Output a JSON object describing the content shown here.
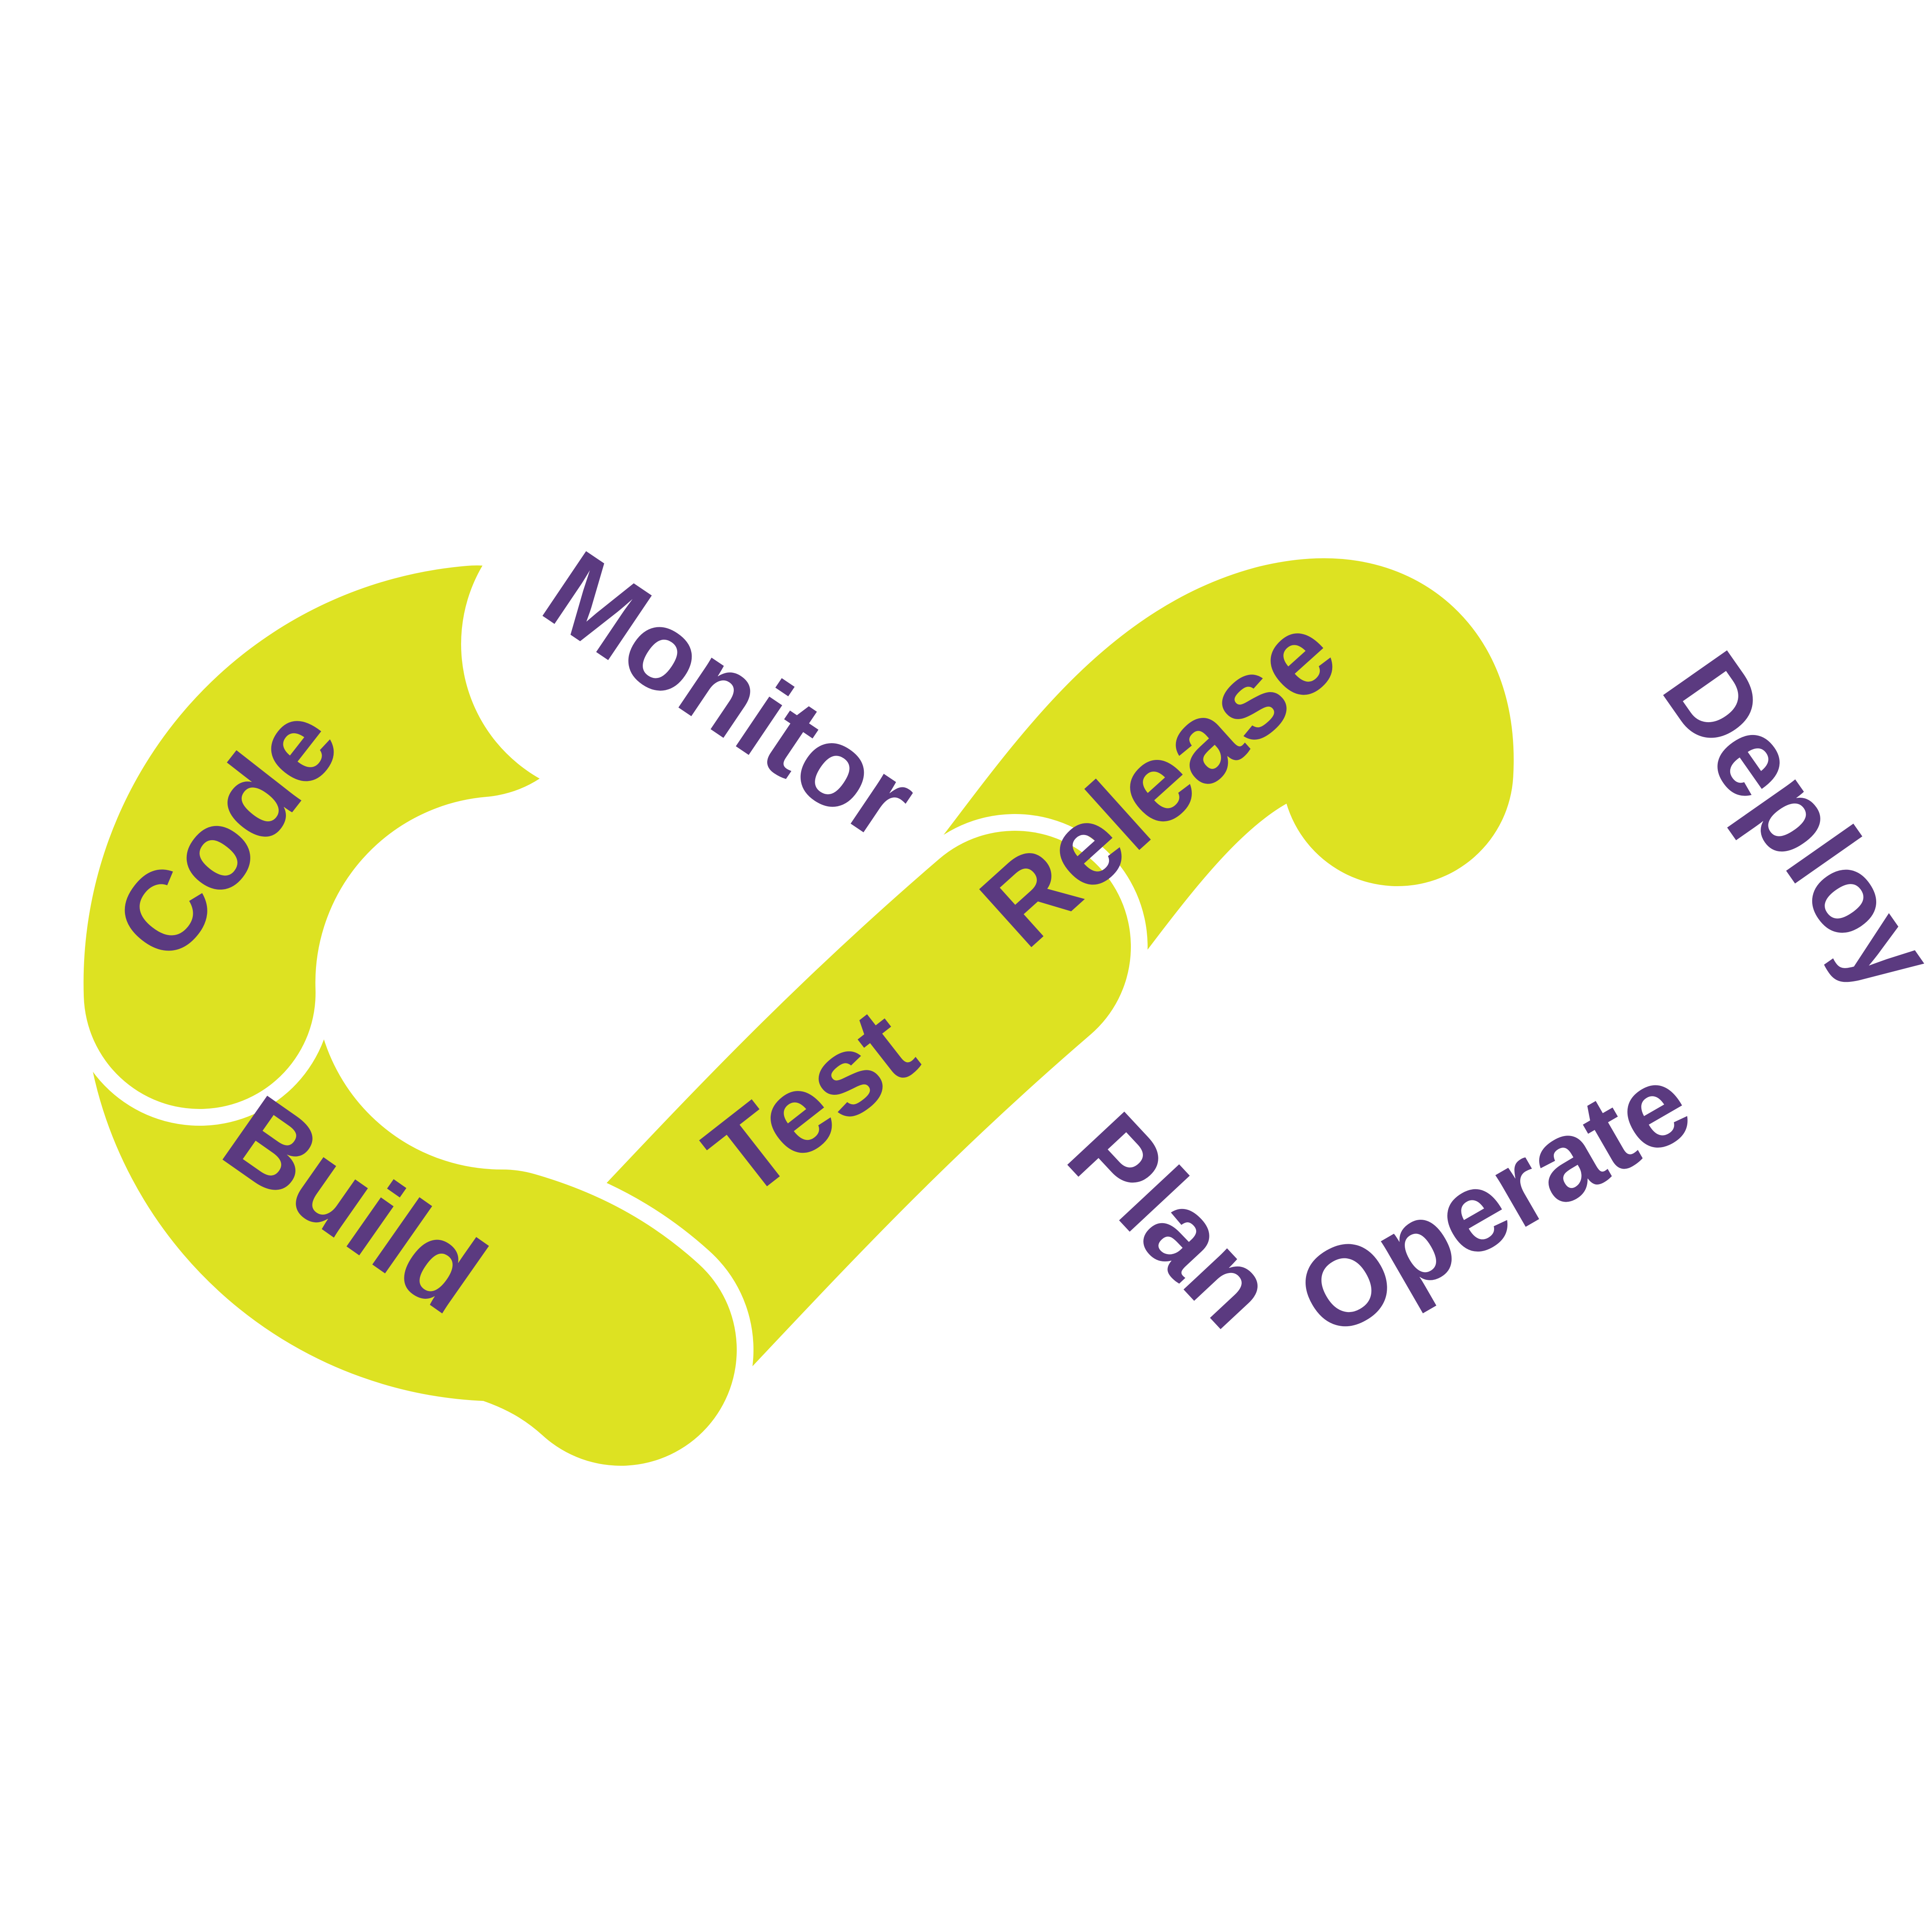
{
  "diagram": {
    "kind": "devops-infinity-loop",
    "labels": {
      "code": "Code",
      "build": "Build",
      "test": "Test",
      "release": "Release",
      "monitor": "Monitor",
      "deploy": "Deploy",
      "plan": "Plan",
      "operate": "Operate"
    },
    "stages_on_band": [
      "Code",
      "Build",
      "Test",
      "Release"
    ],
    "stages_on_white": [
      "Monitor",
      "Deploy",
      "Plan",
      "Operate"
    ],
    "colors": {
      "band": "#dde222",
      "band_letter_counter": "#d2d769",
      "label": "#5b3a80",
      "seam": "#ffffff",
      "background": "#ffffff"
    }
  }
}
